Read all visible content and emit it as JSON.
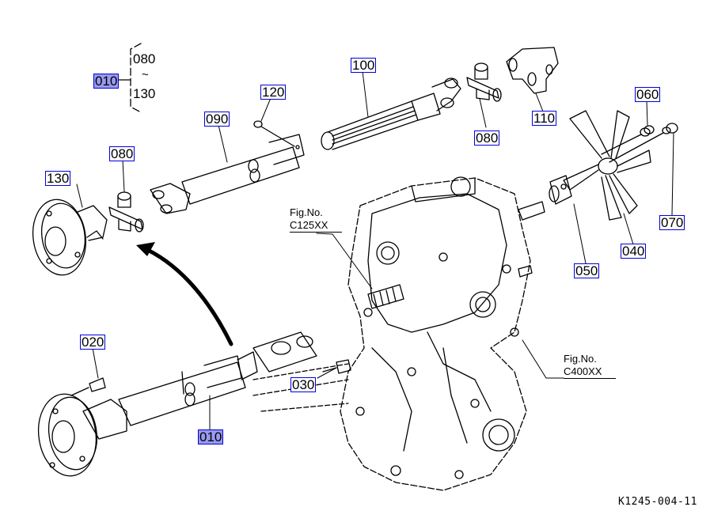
{
  "diagram": {
    "drawing_id": "K1245-004-11",
    "highlight_color": "#9999ee",
    "callout_border_color": "#0000dd",
    "group": {
      "part": "010",
      "range_from": "080",
      "range_sep": "~",
      "range_to": "130"
    },
    "callouts": [
      {
        "id": "010",
        "label": "010",
        "highlighted": true
      },
      {
        "id": "020",
        "label": "020",
        "highlighted": false
      },
      {
        "id": "030",
        "label": "030",
        "highlighted": false
      },
      {
        "id": "040",
        "label": "040",
        "highlighted": false
      },
      {
        "id": "050",
        "label": "050",
        "highlighted": false
      },
      {
        "id": "060",
        "label": "060",
        "highlighted": false
      },
      {
        "id": "070",
        "label": "070",
        "highlighted": false
      },
      {
        "id": "080a",
        "label": "080",
        "highlighted": false
      },
      {
        "id": "080b",
        "label": "080",
        "highlighted": false
      },
      {
        "id": "090",
        "label": "090",
        "highlighted": false
      },
      {
        "id": "100",
        "label": "100",
        "highlighted": false
      },
      {
        "id": "110",
        "label": "110",
        "highlighted": false
      },
      {
        "id": "120",
        "label": "120",
        "highlighted": false
      },
      {
        "id": "130",
        "label": "130",
        "highlighted": false
      }
    ],
    "figure_refs": [
      {
        "prefix": "Fig.No.",
        "code": "C125XX"
      },
      {
        "prefix": "Fig.No.",
        "code": "C400XX"
      }
    ],
    "parts_depicted": [
      "flange-yoke",
      "universal-joint-cross",
      "shaft-yoke",
      "spline-shaft-tube",
      "slip-yoke",
      "grease-nipple",
      "bolt",
      "fan",
      "pulley-hub",
      "nut",
      "transmission-case"
    ]
  }
}
